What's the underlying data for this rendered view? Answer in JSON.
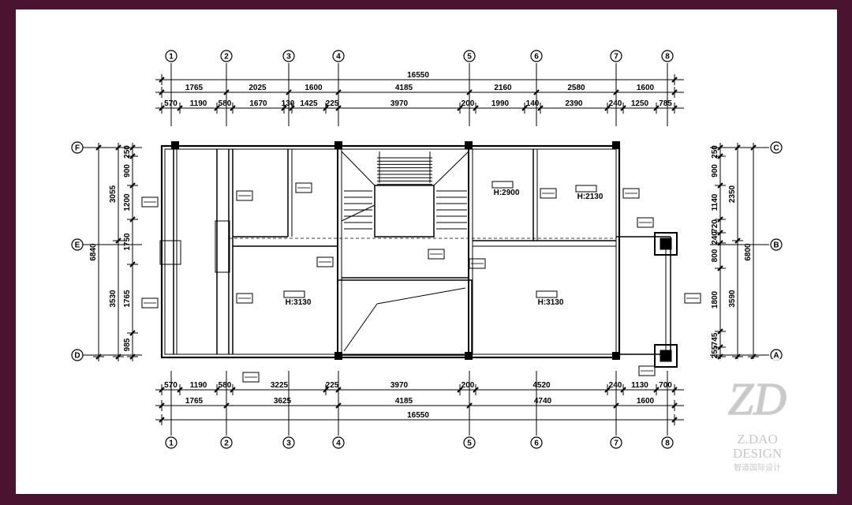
{
  "column_axes": [
    "1",
    "2",
    "3",
    "4",
    "5",
    "6",
    "7",
    "8"
  ],
  "row_axes_left": [
    "F",
    "E",
    "D"
  ],
  "row_axes_right": [
    "C",
    "B",
    "A"
  ],
  "top_dims": {
    "total": "16550",
    "mid": [
      "1765",
      "2025",
      "1600",
      "4185",
      "2160",
      "2580",
      "1600"
    ],
    "inner": [
      "570",
      "1190",
      "580",
      "1670",
      "130",
      "1425",
      "225",
      "3970",
      "200",
      "1990",
      "140",
      "2390",
      "240",
      "1250",
      "785"
    ]
  },
  "bottom_dims": {
    "total": "16550",
    "mid": [
      "1765",
      "3625",
      "4185",
      "4740",
      "1600"
    ],
    "inner": [
      "570",
      "1190",
      "580",
      "3225",
      "225",
      "3970",
      "200",
      "4520",
      "240",
      "1130",
      "700"
    ]
  },
  "left_dims": {
    "total": "6840",
    "mid": [
      "3055",
      "3530"
    ],
    "inner": [
      "250",
      "900",
      "1200",
      "1750",
      "1765",
      "985"
    ]
  },
  "right_dims": {
    "total": "6800",
    "mid": [
      "2350",
      "3590"
    ],
    "inner": [
      "250",
      "900",
      "1140",
      "720",
      "240",
      "800",
      "1800",
      "745",
      "255"
    ]
  },
  "room_heights": [
    "H:3130",
    "H:2900",
    "H:2130",
    "H:3130"
  ],
  "watermark": {
    "logo": "ZD",
    "line1": "Z.DAO",
    "line2": "DESIGN",
    "line3": "智道国际设计"
  }
}
